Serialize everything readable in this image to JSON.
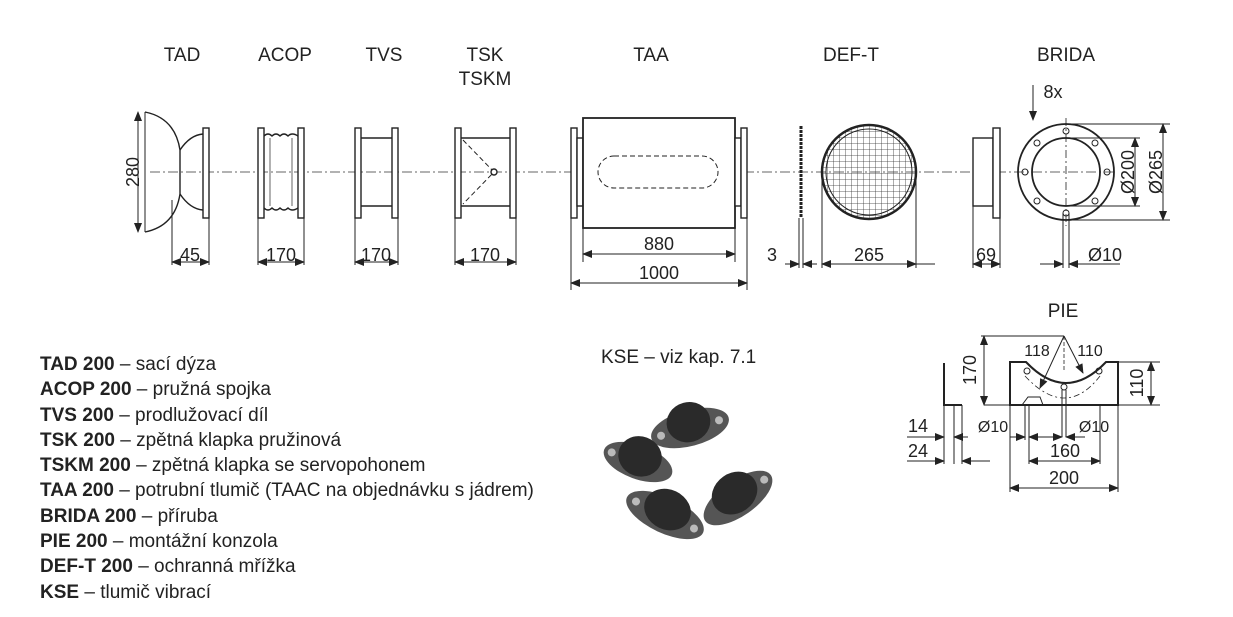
{
  "headers": {
    "tad": "TAD",
    "acop": "ACOP",
    "tvs": "TVS",
    "tsk": "TSK",
    "tskm": "TSKM",
    "taa": "TAA",
    "deft": "DEF-T",
    "brida": "BRIDA",
    "pie": "PIE"
  },
  "dimensions": {
    "tad_height": "280",
    "tad_len": "45",
    "acop_len": "170",
    "tvs_len": "170",
    "tsk_len": "170",
    "taa_inner": "880",
    "taa_total": "1000",
    "deft_plate": "3",
    "deft_dia": "265",
    "brida_len": "69",
    "brida_holes": "8x",
    "brida_d200": "Ø200",
    "brida_d265": "Ø265",
    "brida_hole": "Ø10",
    "pie_170": "170",
    "pie_118": "118",
    "pie_110r": "110",
    "pie_110h": "110",
    "pie_14": "14",
    "pie_24": "24",
    "pie_hole_left": "Ø10",
    "pie_hole_right": "Ø10",
    "pie_160": "160",
    "pie_200": "200"
  },
  "kse_caption": "KSE – viz kap. 7.1",
  "legend": [
    {
      "code": "TAD 200",
      "desc": " – sací dýza"
    },
    {
      "code": "ACOP 200",
      "desc": " – pružná spojka"
    },
    {
      "code": "TVS 200",
      "desc": " – prodlužovací díl"
    },
    {
      "code": "TSK 200",
      "desc": " – zpětná klapka pružinová"
    },
    {
      "code": "TSKM 200",
      "desc": " – zpětná klapka se servopohonem"
    },
    {
      "code": "TAA 200",
      "desc": " – potrubní tlumič (TAAC na objednávku s jádrem)"
    },
    {
      "code": "BRIDA 200",
      "desc": " – příruba"
    },
    {
      "code": "PIE 200",
      "desc": " – montážní konzola"
    },
    {
      "code": "DEF-T 200",
      "desc": " – ochranná mřížka"
    },
    {
      "code": "KSE",
      "desc": " – tlumič vibrací"
    }
  ]
}
